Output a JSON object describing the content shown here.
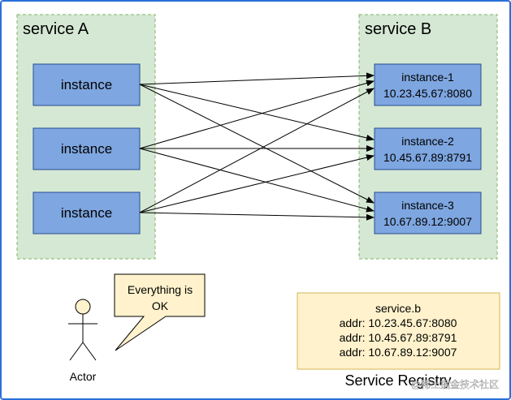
{
  "service_a": {
    "title": "service A",
    "instances": [
      "instance",
      "instance",
      "instance"
    ]
  },
  "service_b": {
    "title": "service B",
    "instances": [
      {
        "name": "instance-1",
        "addr": "10.23.45.67:8080"
      },
      {
        "name": "instance-2",
        "addr": "10.45.67.89:8791"
      },
      {
        "name": "instance-3",
        "addr": "10.67.89.12:9007"
      }
    ]
  },
  "actor": {
    "label": "Actor",
    "speech_line1": "Everything is",
    "speech_line2": "OK"
  },
  "registry": {
    "service": "service.b",
    "entries": [
      "addr: 10.23.45.67:8080",
      "addr: 10.45.67.89:8791",
      "addr: 10.67.89.12:9007"
    ],
    "label": "Service Registry"
  },
  "watermark": {
    "text": "@稀土掘金技术社区"
  },
  "colors": {
    "group_fill": "#d5e8d4",
    "group_border": "#82b366",
    "instance_fill": "#7ea6e0",
    "instance_border": "#2a4d8f",
    "note_fill": "#fff2cc",
    "note_border": "#d6b656",
    "actor_fill": "#fff2cc"
  }
}
